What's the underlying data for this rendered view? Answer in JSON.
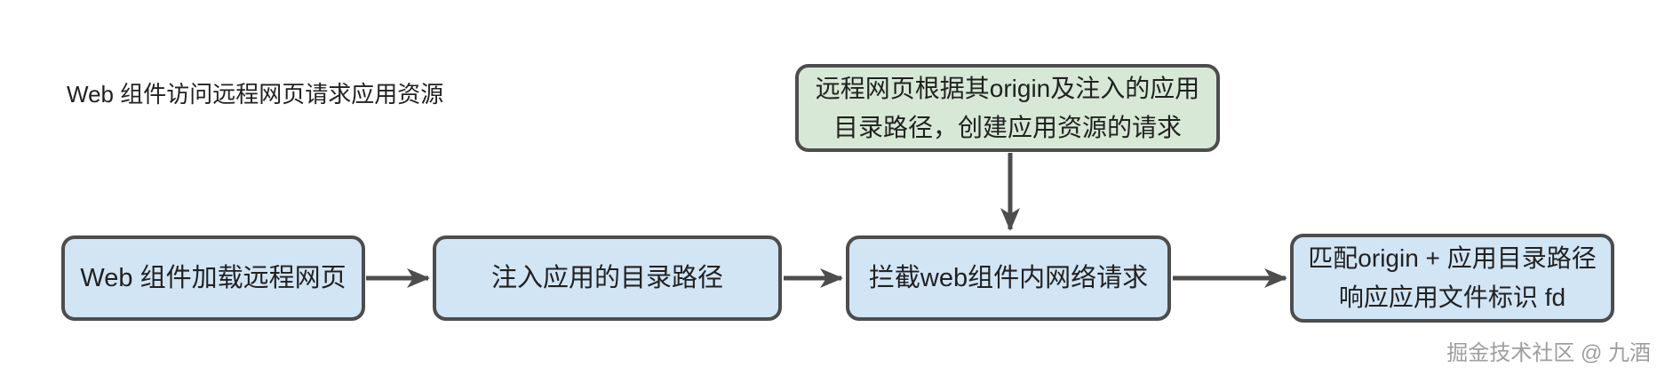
{
  "title": "Web 组件访问远程网页请求应用资源",
  "watermark": "掘金技术社区 @ 九酒",
  "colors": {
    "canvas_bg": "#ffffff",
    "box_border": "#4d4d4d",
    "arrow_color": "#4d4d4d",
    "blue_fill": "#d2e5f5",
    "green_fill": "#d7e9d6",
    "text_color": "#212121",
    "watermark_color": "#9e9e9e"
  },
  "diagram": {
    "note": {
      "line1": "远程网页根据其origin及注入的应用",
      "line2": "目录路径，创建应用资源的请求"
    },
    "steps": [
      {
        "label": "Web 组件加载远程网页"
      },
      {
        "label": "注入应用的目录路径"
      },
      {
        "label": "拦截web组件内网络请求"
      },
      {
        "line1": "匹配origin + 应用目录路径",
        "line2": "响应应用文件标识 fd"
      }
    ]
  }
}
